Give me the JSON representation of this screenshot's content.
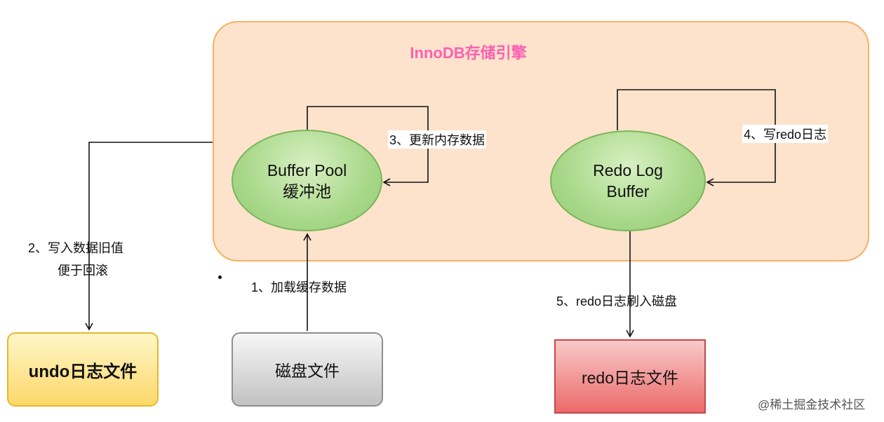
{
  "engine": {
    "title": "InnoDB存储引擎"
  },
  "nodes": {
    "buffer_pool": {
      "line1": "Buffer Pool",
      "line2": "缓冲池"
    },
    "redo_log_buffer": {
      "line1": "Redo Log",
      "line2": "Buffer"
    },
    "undo_file": {
      "label": "undo日志文件"
    },
    "disk_file": {
      "label": "磁盘文件"
    },
    "redo_file": {
      "label": "redo日志文件"
    }
  },
  "steps": {
    "step1": "1、加载缓存数据",
    "step2_line1": "2、写入数据旧值",
    "step2_line2": "便于回滚",
    "step3": "3、更新内存数据",
    "step4": "4、写redo日志",
    "step5": "5、redo日志刷入磁盘"
  },
  "credit": "@稀土掘金技术社区",
  "colors": {
    "engine_fill": "#fde3cc",
    "engine_border": "#f3b166",
    "title": "#ff5fb2",
    "ellipse_green": "#a8d88a",
    "undo_yellow": "#fdd86a",
    "disk_gray": "#c2c2c2",
    "redo_red": "#ec6a6a"
  }
}
